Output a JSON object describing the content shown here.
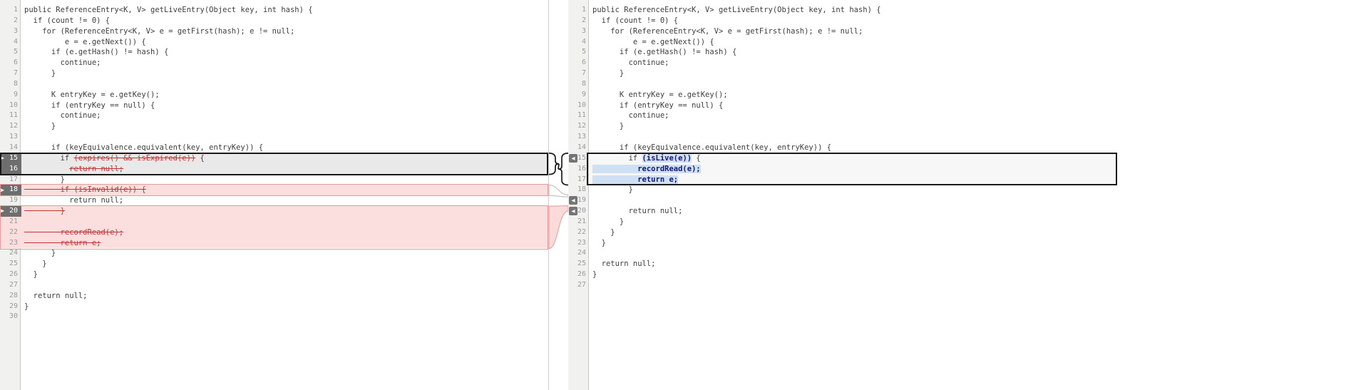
{
  "app": {
    "title": "Side-by-side code diff viewer"
  },
  "colors": {
    "text": "#3e3e3e",
    "line_number": "#9b9b9b",
    "gutter_bg": "#f1f1ef",
    "gutter_border": "#c9c9c9",
    "removed_text": "#c03434",
    "removed_bg": "#fbdede",
    "removed_border": "#e09c9c",
    "added_text": "#16167e",
    "added_bg": "#cfe0f5",
    "current_diff_border": "#1a1a1a",
    "current_diff_bg_left": "#e9e9e9",
    "badge_bg": "#757575",
    "badge_fg": "#ffffff"
  },
  "icons": {
    "left_marker": "▶",
    "merge_arrow": "◀"
  },
  "blocks": {
    "current": {
      "left_start": 15,
      "left_end": 16,
      "right_start": 15,
      "right_end": 17
    },
    "deletions": [
      {
        "left_start": 18,
        "left_end": 18,
        "right_anchor": 19
      },
      {
        "left_start": 20,
        "left_end": 23,
        "right_anchor": 20
      }
    ],
    "merge_markers": [
      15,
      19,
      20
    ]
  },
  "left_pane": {
    "lines": [
      {
        "n": 1,
        "segs": [
          [
            "p",
            "public ReferenceEntry<K, V> getLiveEntry(Object key, int hash) {"
          ]
        ]
      },
      {
        "n": 2,
        "segs": [
          [
            "p",
            "  if (count != 0) {"
          ]
        ]
      },
      {
        "n": 3,
        "segs": [
          [
            "p",
            "    for (ReferenceEntry<K, V> e = getFirst(hash); e != null;"
          ]
        ]
      },
      {
        "n": 4,
        "segs": [
          [
            "p",
            "         e = e.getNext()) {"
          ]
        ]
      },
      {
        "n": 5,
        "segs": [
          [
            "p",
            "      if (e.getHash() != hash) {"
          ]
        ]
      },
      {
        "n": 6,
        "segs": [
          [
            "p",
            "        continue;"
          ]
        ]
      },
      {
        "n": 7,
        "segs": [
          [
            "p",
            "      }"
          ]
        ]
      },
      {
        "n": 8,
        "segs": [
          [
            "p",
            ""
          ]
        ]
      },
      {
        "n": 9,
        "segs": [
          [
            "p",
            "      K entryKey = e.getKey();"
          ]
        ]
      },
      {
        "n": 10,
        "segs": [
          [
            "p",
            "      if (entryKey == null) {"
          ]
        ]
      },
      {
        "n": 11,
        "segs": [
          [
            "p",
            "        continue;"
          ]
        ]
      },
      {
        "n": 12,
        "segs": [
          [
            "p",
            "      }"
          ]
        ]
      },
      {
        "n": 13,
        "segs": [
          [
            "p",
            ""
          ]
        ]
      },
      {
        "n": 14,
        "segs": [
          [
            "p",
            "      if (keyEquivalence.equivalent(key, entryKey)) {"
          ]
        ]
      },
      {
        "n": 15,
        "row": "sel",
        "g": "dark",
        "m": true,
        "segs": [
          [
            "p",
            "        if "
          ],
          [
            "d",
            "(expires() && isExpired(e))"
          ],
          [
            "p",
            " {"
          ]
        ]
      },
      {
        "n": 16,
        "row": "sel",
        "g": "dark",
        "segs": [
          [
            "p",
            "          "
          ],
          [
            "d",
            "return null;"
          ]
        ]
      },
      {
        "n": 17,
        "segs": [
          [
            "p",
            "        }"
          ]
        ]
      },
      {
        "n": 18,
        "row": "del",
        "g": "dark",
        "m": true,
        "segs": [
          [
            "d",
            "        if (isInvalid(e)) {"
          ]
        ]
      },
      {
        "n": 19,
        "segs": [
          [
            "p",
            "          return null;"
          ]
        ]
      },
      {
        "n": 20,
        "row": "del",
        "g": "dark",
        "m": true,
        "segs": [
          [
            "d",
            "        }"
          ]
        ]
      },
      {
        "n": 21,
        "row": "del",
        "segs": [
          [
            "p",
            ""
          ]
        ]
      },
      {
        "n": 22,
        "row": "del",
        "segs": [
          [
            "d",
            "        recordRead(e);"
          ]
        ]
      },
      {
        "n": 23,
        "row": "del",
        "segs": [
          [
            "d",
            "        return e;"
          ]
        ]
      },
      {
        "n": 24,
        "segs": [
          [
            "p",
            "      }"
          ]
        ]
      },
      {
        "n": 25,
        "segs": [
          [
            "p",
            "    }"
          ]
        ]
      },
      {
        "n": 26,
        "segs": [
          [
            "p",
            "  }"
          ]
        ]
      },
      {
        "n": 27,
        "segs": [
          [
            "p",
            ""
          ]
        ]
      },
      {
        "n": 28,
        "segs": [
          [
            "p",
            "  return null;"
          ]
        ]
      },
      {
        "n": 29,
        "segs": [
          [
            "p",
            "}"
          ]
        ]
      },
      {
        "n": 30,
        "segs": [
          [
            "p",
            ""
          ]
        ]
      }
    ]
  },
  "right_pane": {
    "lines": [
      {
        "n": 1,
        "segs": [
          [
            "p",
            "public ReferenceEntry<K, V> getLiveEntry(Object key, int hash) {"
          ]
        ]
      },
      {
        "n": 2,
        "segs": [
          [
            "p",
            "  if (count != 0) {"
          ]
        ]
      },
      {
        "n": 3,
        "segs": [
          [
            "p",
            "    for (ReferenceEntry<K, V> e = getFirst(hash); e != null;"
          ]
        ]
      },
      {
        "n": 4,
        "segs": [
          [
            "p",
            "         e = e.getNext()) {"
          ]
        ]
      },
      {
        "n": 5,
        "segs": [
          [
            "p",
            "      if (e.getHash() != hash) {"
          ]
        ]
      },
      {
        "n": 6,
        "segs": [
          [
            "p",
            "        continue;"
          ]
        ]
      },
      {
        "n": 7,
        "segs": [
          [
            "p",
            "      }"
          ]
        ]
      },
      {
        "n": 8,
        "segs": [
          [
            "p",
            ""
          ]
        ]
      },
      {
        "n": 9,
        "segs": [
          [
            "p",
            "      K entryKey = e.getKey();"
          ]
        ]
      },
      {
        "n": 10,
        "segs": [
          [
            "p",
            "      if (entryKey == null) {"
          ]
        ]
      },
      {
        "n": 11,
        "segs": [
          [
            "p",
            "        continue;"
          ]
        ]
      },
      {
        "n": 12,
        "segs": [
          [
            "p",
            "      }"
          ]
        ]
      },
      {
        "n": 13,
        "segs": [
          [
            "p",
            ""
          ]
        ]
      },
      {
        "n": 14,
        "segs": [
          [
            "p",
            "      if (keyEquivalence.equivalent(key, entryKey)) {"
          ]
        ]
      },
      {
        "n": 15,
        "row": "selr",
        "segs": [
          [
            "p",
            "        if "
          ],
          [
            "a",
            "(isLive(e))"
          ],
          [
            "p",
            " {"
          ]
        ]
      },
      {
        "n": 16,
        "row": "selr",
        "segs": [
          [
            "a",
            "          recordRead(e);"
          ]
        ]
      },
      {
        "n": 17,
        "row": "selr",
        "segs": [
          [
            "a",
            "          return e;"
          ]
        ]
      },
      {
        "n": 18,
        "segs": [
          [
            "p",
            "        }"
          ]
        ]
      },
      {
        "n": 19,
        "segs": [
          [
            "p",
            ""
          ]
        ]
      },
      {
        "n": 20,
        "segs": [
          [
            "p",
            "        return null;"
          ]
        ]
      },
      {
        "n": 21,
        "segs": [
          [
            "p",
            "      }"
          ]
        ]
      },
      {
        "n": 22,
        "segs": [
          [
            "p",
            "    }"
          ]
        ]
      },
      {
        "n": 23,
        "segs": [
          [
            "p",
            "  }"
          ]
        ]
      },
      {
        "n": 24,
        "segs": [
          [
            "p",
            ""
          ]
        ]
      },
      {
        "n": 25,
        "segs": [
          [
            "p",
            "  return null;"
          ]
        ]
      },
      {
        "n": 26,
        "segs": [
          [
            "p",
            "}"
          ]
        ]
      },
      {
        "n": 27,
        "segs": [
          [
            "p",
            ""
          ]
        ]
      }
    ]
  }
}
